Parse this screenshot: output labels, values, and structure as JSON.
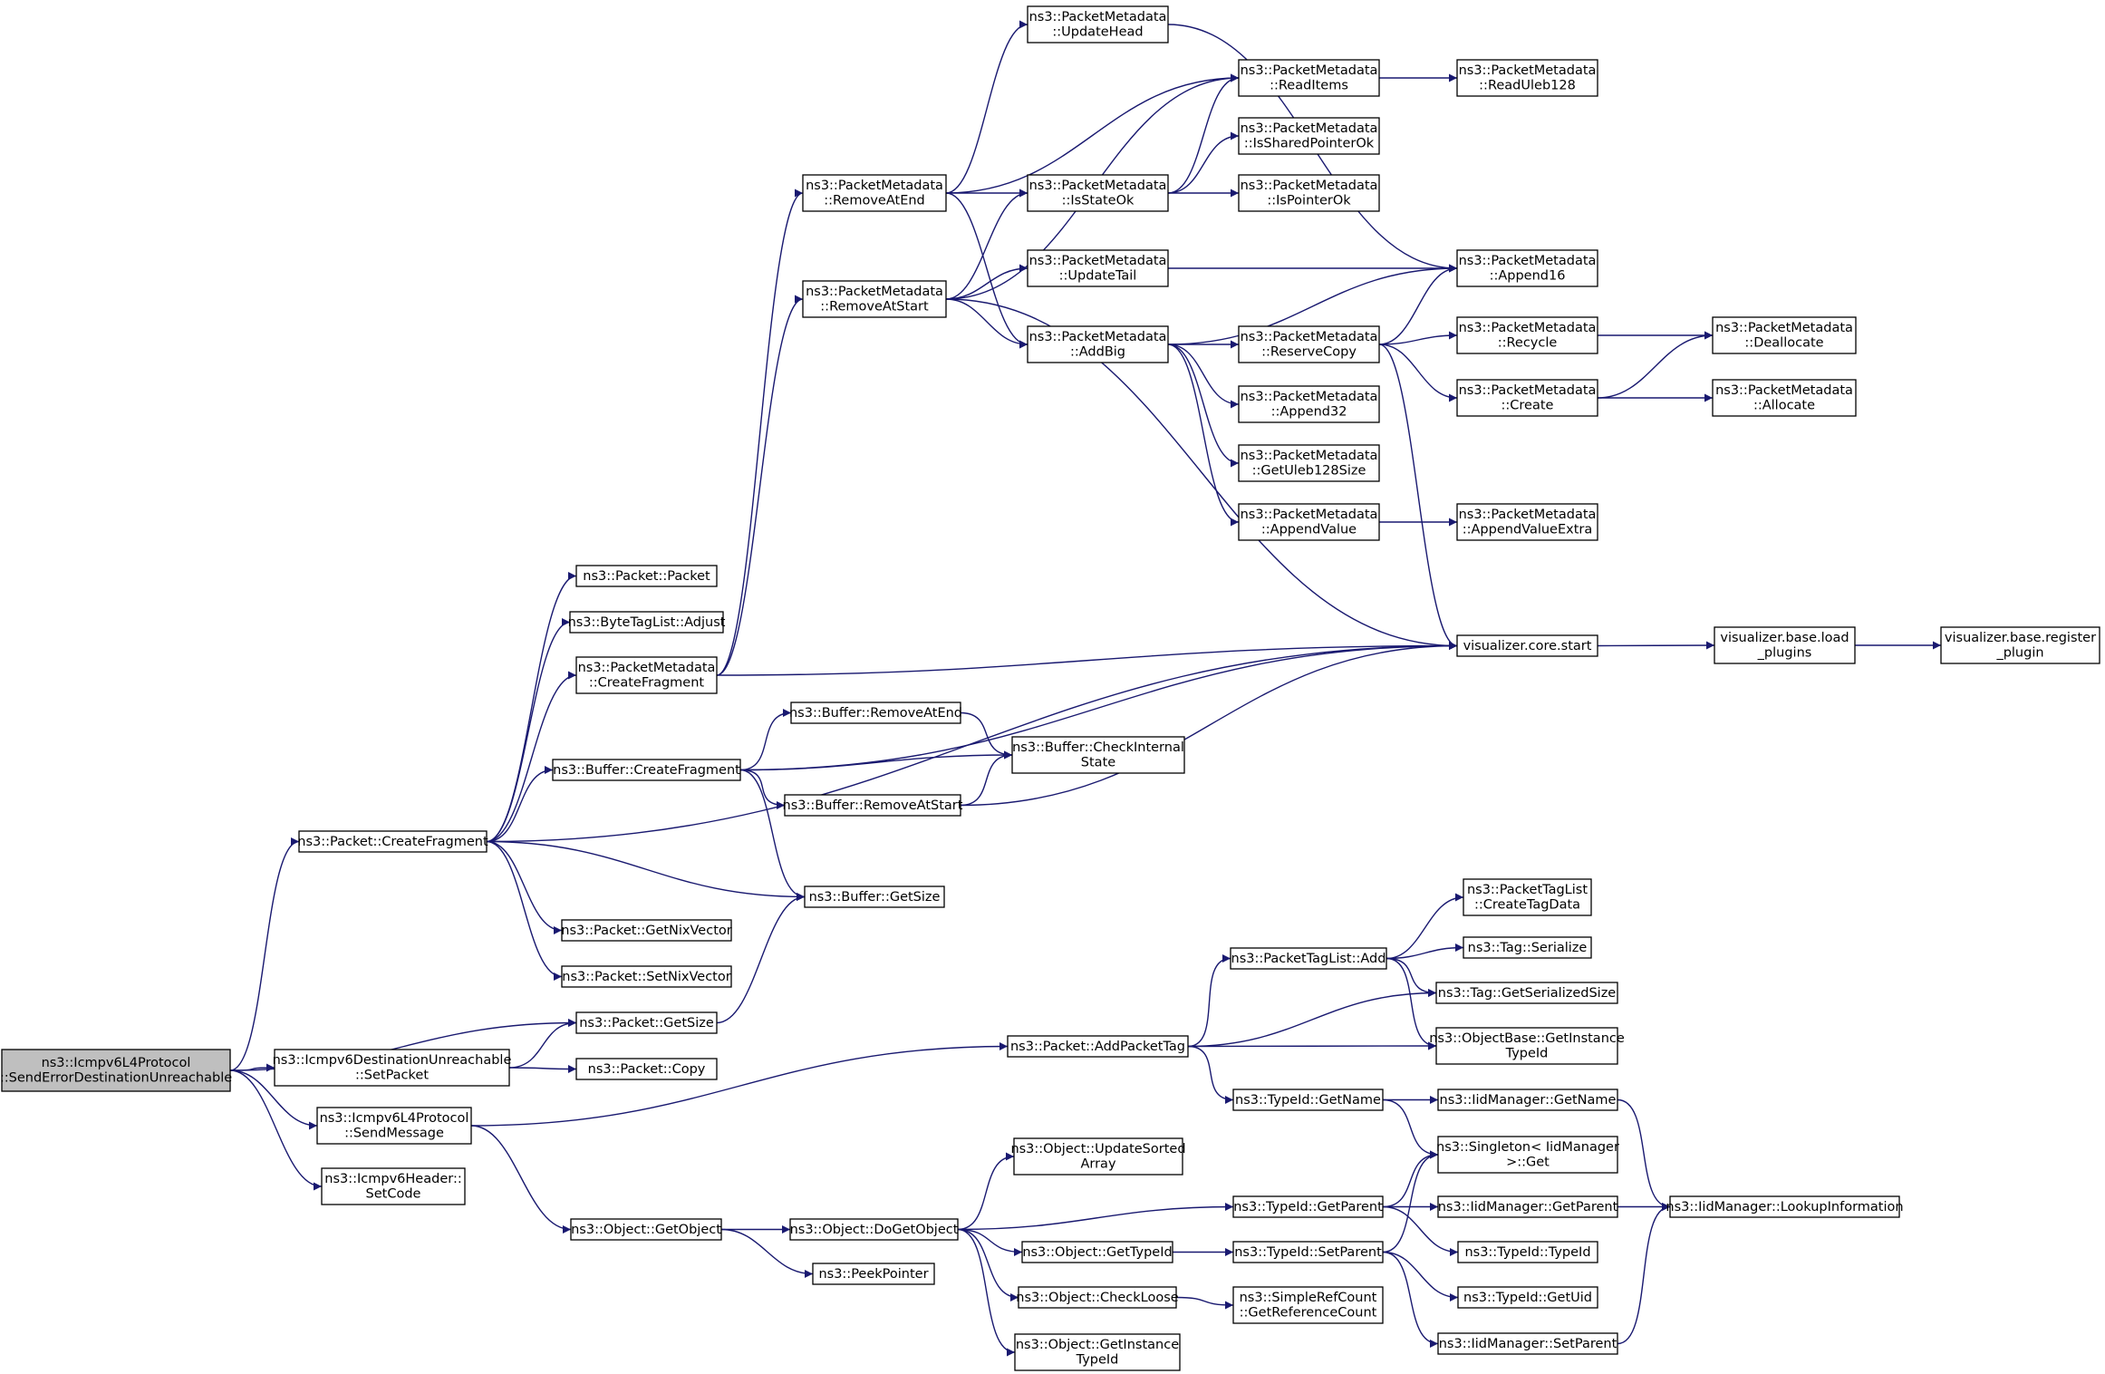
{
  "graph": {
    "root": "n_root",
    "colors": {
      "edge": "#191970",
      "node_border": "#000000",
      "root_fill": "#bfbfbf",
      "node_fill": "#ffffff"
    },
    "nodes": [
      {
        "id": "n_root",
        "lines": [
          "ns3::Icmpv6L4Protocol",
          "::SendErrorDestinationUnreachable"
        ]
      },
      {
        "id": "n_pkt_createfrag",
        "lines": [
          "ns3::Packet::CreateFragment"
        ]
      },
      {
        "id": "n_pkt_getsize",
        "lines": [
          "ns3::Packet::GetSize"
        ]
      },
      {
        "id": "n_dest_setpacket",
        "lines": [
          "ns3::Icmpv6DestinationUnreachable",
          "::SetPacket"
        ]
      },
      {
        "id": "n_sendmessage",
        "lines": [
          "ns3::Icmpv6L4Protocol",
          "::SendMessage"
        ]
      },
      {
        "id": "n_setcode",
        "lines": [
          "ns3::Icmpv6Header::",
          "SetCode"
        ]
      },
      {
        "id": "n_pkt_packet",
        "lines": [
          "ns3::Packet::Packet"
        ]
      },
      {
        "id": "n_btl_adjust",
        "lines": [
          "ns3::ByteTagList::Adjust"
        ]
      },
      {
        "id": "n_pm_createfrag",
        "lines": [
          "ns3::PacketMetadata",
          "::CreateFragment"
        ]
      },
      {
        "id": "n_buf_createfrag",
        "lines": [
          "ns3::Buffer::CreateFragment"
        ]
      },
      {
        "id": "n_buf_getsize",
        "lines": [
          "ns3::Buffer::GetSize"
        ]
      },
      {
        "id": "n_pkt_getnix",
        "lines": [
          "ns3::Packet::GetNixVector"
        ]
      },
      {
        "id": "n_pkt_setnix",
        "lines": [
          "ns3::Packet::SetNixVector"
        ]
      },
      {
        "id": "n_pkt_copy",
        "lines": [
          "ns3::Packet::Copy"
        ]
      },
      {
        "id": "n_obj_getobject",
        "lines": [
          "ns3::Object::GetObject"
        ]
      },
      {
        "id": "n_pm_removeatend",
        "lines": [
          "ns3::PacketMetadata",
          "::RemoveAtEnd"
        ]
      },
      {
        "id": "n_pm_removeatstart",
        "lines": [
          "ns3::PacketMetadata",
          "::RemoveAtStart"
        ]
      },
      {
        "id": "n_buf_removeatend",
        "lines": [
          "ns3::Buffer::RemoveAtEnd"
        ]
      },
      {
        "id": "n_buf_removeatstart",
        "lines": [
          "ns3::Buffer::RemoveAtStart"
        ]
      },
      {
        "id": "n_pkt_addpackettag",
        "lines": [
          "ns3::Packet::AddPacketTag"
        ]
      },
      {
        "id": "n_obj_dogetobject",
        "lines": [
          "ns3::Object::DoGetObject"
        ]
      },
      {
        "id": "n_peekpointer",
        "lines": [
          "ns3::PeekPointer"
        ]
      },
      {
        "id": "n_pm_updatehead",
        "lines": [
          "ns3::PacketMetadata",
          "::UpdateHead"
        ]
      },
      {
        "id": "n_pm_isstateok",
        "lines": [
          "ns3::PacketMetadata",
          "::IsStateOk"
        ]
      },
      {
        "id": "n_pm_updatetail",
        "lines": [
          "ns3::PacketMetadata",
          "::UpdateTail"
        ]
      },
      {
        "id": "n_pm_addbig",
        "lines": [
          "ns3::PacketMetadata",
          "::AddBig"
        ]
      },
      {
        "id": "n_buf_checkinternal",
        "lines": [
          "ns3::Buffer::CheckInternal",
          "State"
        ]
      },
      {
        "id": "n_obj_updatesorted",
        "lines": [
          "ns3::Object::UpdateSorted",
          "Array"
        ]
      },
      {
        "id": "n_obj_gettypeid",
        "lines": [
          "ns3::Object::GetTypeId"
        ]
      },
      {
        "id": "n_obj_checkloose",
        "lines": [
          "ns3::Object::CheckLoose"
        ]
      },
      {
        "id": "n_obj_getinstance",
        "lines": [
          "ns3::Object::GetInstance",
          "TypeId"
        ]
      },
      {
        "id": "n_pm_readitems",
        "lines": [
          "ns3::PacketMetadata",
          "::ReadItems"
        ]
      },
      {
        "id": "n_pm_issharedptr",
        "lines": [
          "ns3::PacketMetadata",
          "::IsSharedPointerOk"
        ]
      },
      {
        "id": "n_pm_ispointerok",
        "lines": [
          "ns3::PacketMetadata",
          "::IsPointerOk"
        ]
      },
      {
        "id": "n_pm_reservecopy",
        "lines": [
          "ns3::PacketMetadata",
          "::ReserveCopy"
        ]
      },
      {
        "id": "n_pm_append32",
        "lines": [
          "ns3::PacketMetadata",
          "::Append32"
        ]
      },
      {
        "id": "n_pm_getuleb",
        "lines": [
          "ns3::PacketMetadata",
          "::GetUleb128Size"
        ]
      },
      {
        "id": "n_pm_appendvalue",
        "lines": [
          "ns3::PacketMetadata",
          "::AppendValue"
        ]
      },
      {
        "id": "n_ptl_add",
        "lines": [
          "ns3::PacketTagList::Add"
        ]
      },
      {
        "id": "n_typeid_getname",
        "lines": [
          "ns3::TypeId::GetName"
        ]
      },
      {
        "id": "n_typeid_getparent",
        "lines": [
          "ns3::TypeId::GetParent"
        ]
      },
      {
        "id": "n_typeid_setparent",
        "lines": [
          "ns3::TypeId::SetParent"
        ]
      },
      {
        "id": "n_src_getrefcount",
        "lines": [
          "ns3::SimpleRefCount",
          "::GetReferenceCount"
        ]
      },
      {
        "id": "n_pm_readuleb",
        "lines": [
          "ns3::PacketMetadata",
          "::ReadUleb128"
        ]
      },
      {
        "id": "n_pm_append16",
        "lines": [
          "ns3::PacketMetadata",
          "::Append16"
        ]
      },
      {
        "id": "n_pm_recycle",
        "lines": [
          "ns3::PacketMetadata",
          "::Recycle"
        ]
      },
      {
        "id": "n_pm_create",
        "lines": [
          "ns3::PacketMetadata",
          "::Create"
        ]
      },
      {
        "id": "n_pm_appendvalueextra",
        "lines": [
          "ns3::PacketMetadata",
          "::AppendValueExtra"
        ]
      },
      {
        "id": "n_vis_core_start",
        "lines": [
          "visualizer.core.start"
        ]
      },
      {
        "id": "n_ptl_createtagdata",
        "lines": [
          "ns3::PacketTagList",
          "::CreateTagData"
        ]
      },
      {
        "id": "n_tag_serialize",
        "lines": [
          "ns3::Tag::Serialize"
        ]
      },
      {
        "id": "n_tag_getserialized",
        "lines": [
          "ns3::Tag::GetSerializedSize"
        ]
      },
      {
        "id": "n_objbase_getinstance",
        "lines": [
          "ns3::ObjectBase::GetInstance",
          "TypeId"
        ]
      },
      {
        "id": "n_iid_getname",
        "lines": [
          "ns3::IidManager::GetName"
        ]
      },
      {
        "id": "n_singleton_get",
        "lines": [
          "ns3::Singleton< IidManager",
          " >::Get"
        ]
      },
      {
        "id": "n_iid_getparent",
        "lines": [
          "ns3::IidManager::GetParent"
        ]
      },
      {
        "id": "n_typeid_typeid",
        "lines": [
          "ns3::TypeId::TypeId"
        ]
      },
      {
        "id": "n_typeid_getuid",
        "lines": [
          "ns3::TypeId::GetUid"
        ]
      },
      {
        "id": "n_iid_setparent",
        "lines": [
          "ns3::IidManager::SetParent"
        ]
      },
      {
        "id": "n_pm_deallocate",
        "lines": [
          "ns3::PacketMetadata",
          "::Deallocate"
        ]
      },
      {
        "id": "n_pm_allocate",
        "lines": [
          "ns3::PacketMetadata",
          "::Allocate"
        ]
      },
      {
        "id": "n_vis_loadplugins",
        "lines": [
          "visualizer.base.load",
          "_plugins"
        ]
      },
      {
        "id": "n_iid_lookup",
        "lines": [
          "ns3::IidManager::LookupInformation"
        ]
      },
      {
        "id": "n_vis_register",
        "lines": [
          "visualizer.base.register",
          "_plugin"
        ]
      }
    ],
    "edges": [
      [
        "n_root",
        "n_pkt_createfrag"
      ],
      [
        "n_root",
        "n_pkt_getsize"
      ],
      [
        "n_root",
        "n_dest_setpacket"
      ],
      [
        "n_root",
        "n_sendmessage"
      ],
      [
        "n_root",
        "n_setcode"
      ],
      [
        "n_pkt_createfrag",
        "n_pkt_packet"
      ],
      [
        "n_pkt_createfrag",
        "n_btl_adjust"
      ],
      [
        "n_pkt_createfrag",
        "n_pm_createfrag"
      ],
      [
        "n_pkt_createfrag",
        "n_buf_createfrag"
      ],
      [
        "n_pkt_createfrag",
        "n_buf_getsize"
      ],
      [
        "n_pkt_createfrag",
        "n_pkt_getnix"
      ],
      [
        "n_pkt_createfrag",
        "n_pkt_setnix"
      ],
      [
        "n_pkt_createfrag",
        "n_vis_core_start"
      ],
      [
        "n_pkt_getsize",
        "n_buf_getsize"
      ],
      [
        "n_dest_setpacket",
        "n_pkt_getsize"
      ],
      [
        "n_dest_setpacket",
        "n_pkt_copy"
      ],
      [
        "n_sendmessage",
        "n_pkt_addpackettag"
      ],
      [
        "n_sendmessage",
        "n_obj_getobject"
      ],
      [
        "n_pm_createfrag",
        "n_pm_removeatend"
      ],
      [
        "n_pm_createfrag",
        "n_pm_removeatstart"
      ],
      [
        "n_pm_createfrag",
        "n_vis_core_start"
      ],
      [
        "n_buf_createfrag",
        "n_buf_removeatend"
      ],
      [
        "n_buf_createfrag",
        "n_buf_checkinternal"
      ],
      [
        "n_buf_createfrag",
        "n_buf_removeatstart"
      ],
      [
        "n_buf_createfrag",
        "n_buf_getsize"
      ],
      [
        "n_buf_createfrag",
        "n_vis_core_start"
      ],
      [
        "n_pm_removeatend",
        "n_pm_updatehead"
      ],
      [
        "n_pm_removeatend",
        "n_pm_readitems"
      ],
      [
        "n_pm_removeatend",
        "n_pm_isstateok"
      ],
      [
        "n_pm_removeatend",
        "n_pm_addbig"
      ],
      [
        "n_pm_removeatstart",
        "n_pm_readitems"
      ],
      [
        "n_pm_removeatstart",
        "n_pm_isstateok"
      ],
      [
        "n_pm_removeatstart",
        "n_pm_updatetail"
      ],
      [
        "n_pm_removeatstart",
        "n_pm_addbig"
      ],
      [
        "n_pm_removeatstart",
        "n_vis_core_start"
      ],
      [
        "n_pm_updatehead",
        "n_pm_append16"
      ],
      [
        "n_pm_isstateok",
        "n_pm_readitems"
      ],
      [
        "n_pm_isstateok",
        "n_pm_issharedptr"
      ],
      [
        "n_pm_isstateok",
        "n_pm_ispointerok"
      ],
      [
        "n_pm_readitems",
        "n_pm_readuleb"
      ],
      [
        "n_pm_updatetail",
        "n_pm_append16"
      ],
      [
        "n_pm_addbig",
        "n_pm_append16"
      ],
      [
        "n_pm_addbig",
        "n_pm_reservecopy"
      ],
      [
        "n_pm_addbig",
        "n_pm_append32"
      ],
      [
        "n_pm_addbig",
        "n_pm_getuleb"
      ],
      [
        "n_pm_addbig",
        "n_pm_appendvalue"
      ],
      [
        "n_pm_reservecopy",
        "n_pm_append16"
      ],
      [
        "n_pm_reservecopy",
        "n_pm_recycle"
      ],
      [
        "n_pm_reservecopy",
        "n_pm_create"
      ],
      [
        "n_pm_reservecopy",
        "n_vis_core_start"
      ],
      [
        "n_pm_recycle",
        "n_pm_deallocate"
      ],
      [
        "n_pm_create",
        "n_pm_deallocate"
      ],
      [
        "n_pm_create",
        "n_pm_allocate"
      ],
      [
        "n_pm_appendvalue",
        "n_pm_appendvalueextra"
      ],
      [
        "n_buf_removeatend",
        "n_buf_checkinternal"
      ],
      [
        "n_buf_removeatstart",
        "n_buf_checkinternal"
      ],
      [
        "n_buf_removeatstart",
        "n_vis_core_start"
      ],
      [
        "n_vis_core_start",
        "n_vis_loadplugins"
      ],
      [
        "n_vis_loadplugins",
        "n_vis_register"
      ],
      [
        "n_pkt_addpackettag",
        "n_ptl_add"
      ],
      [
        "n_pkt_addpackettag",
        "n_tag_getserialized"
      ],
      [
        "n_pkt_addpackettag",
        "n_objbase_getinstance"
      ],
      [
        "n_pkt_addpackettag",
        "n_typeid_getname"
      ],
      [
        "n_ptl_add",
        "n_ptl_createtagdata"
      ],
      [
        "n_ptl_add",
        "n_tag_serialize"
      ],
      [
        "n_ptl_add",
        "n_tag_getserialized"
      ],
      [
        "n_ptl_add",
        "n_objbase_getinstance"
      ],
      [
        "n_typeid_getname",
        "n_iid_getname"
      ],
      [
        "n_typeid_getname",
        "n_singleton_get"
      ],
      [
        "n_iid_getname",
        "n_iid_lookup"
      ],
      [
        "n_obj_getobject",
        "n_obj_dogetobject"
      ],
      [
        "n_obj_getobject",
        "n_peekpointer"
      ],
      [
        "n_obj_dogetobject",
        "n_obj_updatesorted"
      ],
      [
        "n_obj_dogetobject",
        "n_typeid_getparent"
      ],
      [
        "n_obj_dogetobject",
        "n_obj_gettypeid"
      ],
      [
        "n_obj_dogetobject",
        "n_obj_checkloose"
      ],
      [
        "n_obj_dogetobject",
        "n_obj_getinstance"
      ],
      [
        "n_obj_gettypeid",
        "n_typeid_setparent"
      ],
      [
        "n_obj_checkloose",
        "n_src_getrefcount"
      ],
      [
        "n_typeid_getparent",
        "n_singleton_get"
      ],
      [
        "n_typeid_getparent",
        "n_iid_getparent"
      ],
      [
        "n_typeid_getparent",
        "n_typeid_typeid"
      ],
      [
        "n_iid_getparent",
        "n_iid_lookup"
      ],
      [
        "n_typeid_setparent",
        "n_singleton_get"
      ],
      [
        "n_typeid_setparent",
        "n_typeid_getuid"
      ],
      [
        "n_typeid_setparent",
        "n_iid_setparent"
      ],
      [
        "n_iid_setparent",
        "n_iid_lookup"
      ]
    ]
  }
}
